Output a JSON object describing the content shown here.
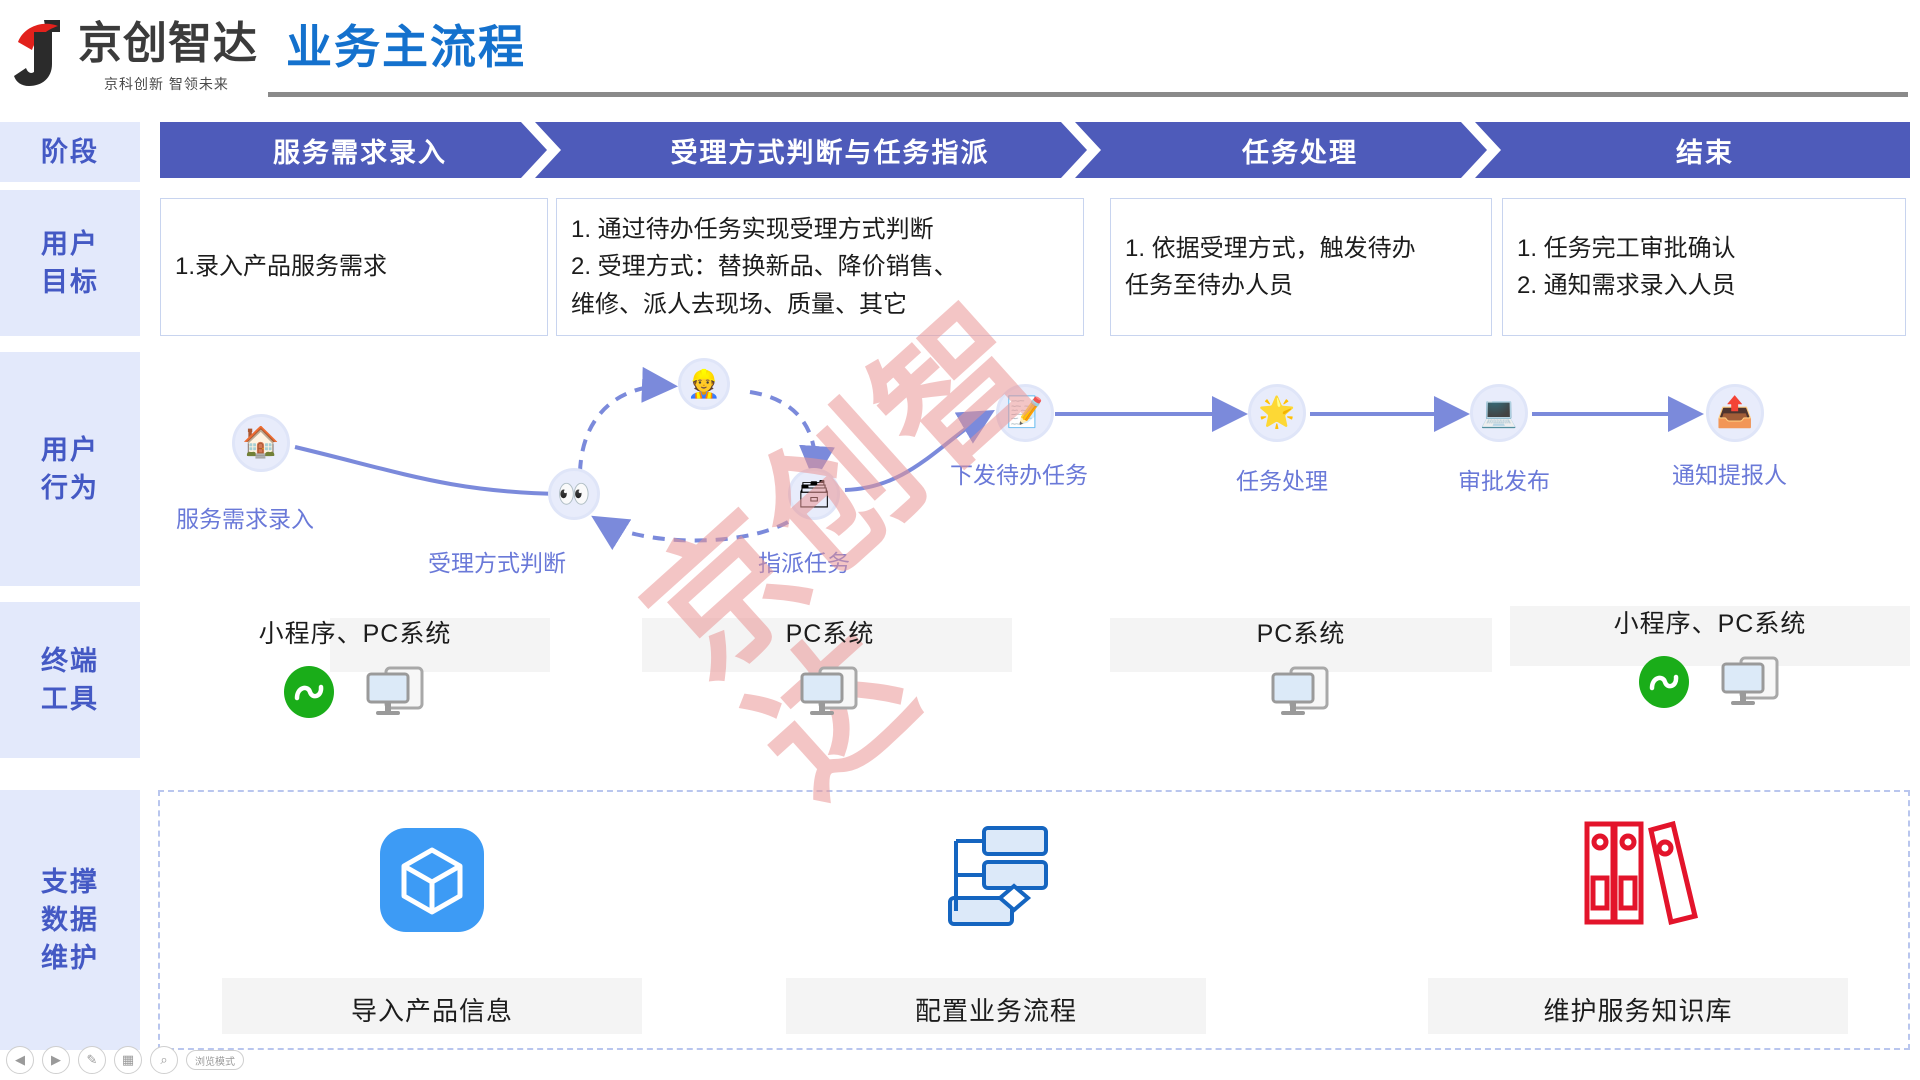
{
  "header": {
    "logo_name": "京创智达",
    "logo_tagline": "京科创新 智领未来",
    "page_title": "业务主流程",
    "title_color": "#1471cd",
    "logo_icon": "j-bird-logo-icon"
  },
  "row_labels": {
    "stage": [
      "阶段"
    ],
    "user_goal": [
      "用户",
      "目标"
    ],
    "user_behavior": [
      "用户",
      "行为"
    ],
    "terminal_tool": [
      "终端",
      "工具"
    ],
    "support_data": [
      "支撑",
      "数据",
      "维护"
    ]
  },
  "stages": [
    {
      "label": "服务需求录入"
    },
    {
      "label": "受理方式判断与任务指派"
    },
    {
      "label": "任务处理"
    },
    {
      "label": "结束"
    }
  ],
  "stage_color": "#4e5bba",
  "goals": [
    {
      "lines": [
        "1.录入产品服务需求"
      ]
    },
    {
      "lines": [
        "1. 通过待办任务实现受理方式判断",
        "2. 受理方式：替换新品、降价销售、",
        "维修、派人去现场、质量、其它"
      ]
    },
    {
      "lines": [
        "1. 依据受理方式，触发待办",
        "任务至待办人员"
      ]
    },
    {
      "lines": [
        "1. 任务完工审批确认",
        "2. 通知需求录入人员"
      ]
    }
  ],
  "behavior": {
    "label_color": "#6a79d8",
    "nodes": [
      {
        "name": "service-request-entry",
        "icon": "house-icon",
        "glyph": "🏠",
        "label": "服务需求录入"
      },
      {
        "name": "accept-method-judge",
        "icon": "eyes-icon",
        "glyph": "👀",
        "label": "受理方式判断"
      },
      {
        "name": "worker-role",
        "icon": "worker-icon",
        "glyph": "👷",
        "label": ""
      },
      {
        "name": "assign-task",
        "icon": "inbox-tray-icon",
        "glyph": "🗃",
        "label": "指派任务"
      },
      {
        "name": "dispatch-todo-task",
        "icon": "pencil-icon",
        "glyph": "📝",
        "label": "下发待办任务"
      },
      {
        "name": "task-processing",
        "icon": "sun-icon",
        "glyph": "🌟",
        "label": "任务处理"
      },
      {
        "name": "approve-publish",
        "icon": "computer-icon",
        "glyph": "💻",
        "label": "审批发布"
      },
      {
        "name": "notify-reporter",
        "icon": "outbox-tray-icon",
        "glyph": "📤",
        "label": "通知提报人"
      }
    ]
  },
  "terminals": [
    {
      "text": "小程序、PC系统",
      "icons": [
        "miniprogram-icon",
        "pc-monitor-icon"
      ]
    },
    {
      "text": "PC系统",
      "icons": [
        "pc-monitor-icon"
      ]
    },
    {
      "text": "PC系统",
      "icons": [
        "pc-monitor-icon"
      ]
    },
    {
      "text": "小程序、PC系统",
      "icons": [
        "miniprogram-icon",
        "pc-monitor-icon"
      ]
    }
  ],
  "support": [
    {
      "label": "导入产品信息",
      "icon": "cube-box-icon",
      "color": "#3d9bf5"
    },
    {
      "label": "配置业务流程",
      "icon": "flowchart-icon",
      "color": "#1565c0"
    },
    {
      "label": "维护服务知识库",
      "icon": "binders-icon",
      "color": "#e3142b"
    }
  ],
  "watermark": {
    "text": "京创智达",
    "color": "#e99696"
  },
  "footer": {
    "buttons": [
      "prev-icon",
      "play-icon",
      "pen-icon",
      "grid-icon",
      "zoom-icon"
    ],
    "pill_label": "浏览模式"
  }
}
